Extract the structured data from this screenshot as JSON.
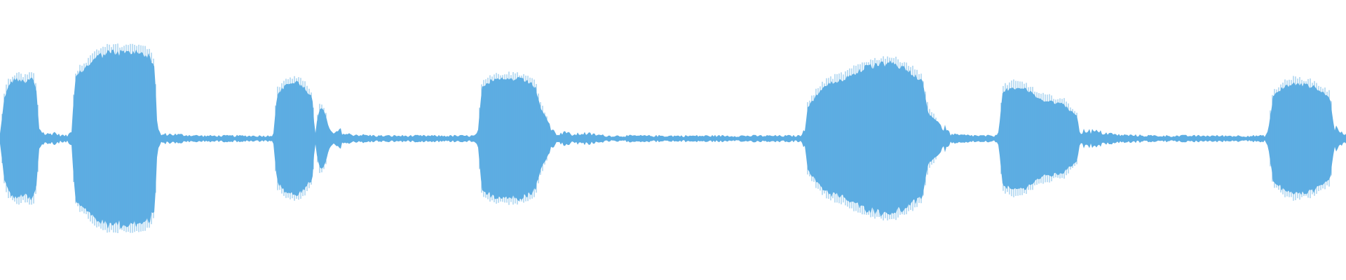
{
  "waveform": {
    "color": "#5DADE2",
    "background": "#ffffff",
    "noise_floor": 0.03,
    "envelope": [
      [
        0.0,
        0.05
      ],
      [
        0.003,
        0.45
      ],
      [
        0.006,
        0.62
      ],
      [
        0.012,
        0.7
      ],
      [
        0.018,
        0.66
      ],
      [
        0.024,
        0.72
      ],
      [
        0.027,
        0.58
      ],
      [
        0.029,
        0.12
      ],
      [
        0.033,
        0.05
      ],
      [
        0.037,
        0.05
      ],
      [
        0.04,
        0.07
      ],
      [
        0.044,
        0.04
      ],
      [
        0.05,
        0.03
      ],
      [
        0.053,
        0.08
      ],
      [
        0.056,
        0.7
      ],
      [
        0.06,
        0.78
      ],
      [
        0.065,
        0.84
      ],
      [
        0.07,
        0.94
      ],
      [
        0.08,
        1.0
      ],
      [
        0.092,
        1.0
      ],
      [
        0.106,
        1.0
      ],
      [
        0.112,
        0.94
      ],
      [
        0.115,
        0.8
      ],
      [
        0.117,
        0.1
      ],
      [
        0.12,
        0.04
      ],
      [
        0.124,
        0.05
      ],
      [
        0.15,
        0.03
      ],
      [
        0.18,
        0.03
      ],
      [
        0.2,
        0.03
      ],
      [
        0.203,
        0.05
      ],
      [
        0.206,
        0.52
      ],
      [
        0.212,
        0.62
      ],
      [
        0.22,
        0.66
      ],
      [
        0.226,
        0.6
      ],
      [
        0.232,
        0.48
      ],
      [
        0.234,
        0.05
      ],
      [
        0.236,
        0.25
      ],
      [
        0.238,
        0.38
      ],
      [
        0.242,
        0.28
      ],
      [
        0.245,
        0.08
      ],
      [
        0.249,
        0.05
      ],
      [
        0.252,
        0.1
      ],
      [
        0.256,
        0.05
      ],
      [
        0.28,
        0.03
      ],
      [
        0.32,
        0.03
      ],
      [
        0.352,
        0.03
      ],
      [
        0.355,
        0.05
      ],
      [
        0.358,
        0.62
      ],
      [
        0.365,
        0.67
      ],
      [
        0.375,
        0.69
      ],
      [
        0.385,
        0.69
      ],
      [
        0.393,
        0.66
      ],
      [
        0.398,
        0.58
      ],
      [
        0.402,
        0.35
      ],
      [
        0.412,
        0.06
      ],
      [
        0.417,
        0.05
      ],
      [
        0.419,
        0.1
      ],
      [
        0.421,
        0.06
      ],
      [
        0.426,
        0.04
      ],
      [
        0.433,
        0.06
      ],
      [
        0.444,
        0.04
      ],
      [
        0.452,
        0.03
      ],
      [
        0.5,
        0.03
      ],
      [
        0.56,
        0.03
      ],
      [
        0.594,
        0.03
      ],
      [
        0.596,
        0.06
      ],
      [
        0.598,
        0.08
      ],
      [
        0.6,
        0.35
      ],
      [
        0.607,
        0.52
      ],
      [
        0.615,
        0.63
      ],
      [
        0.628,
        0.7
      ],
      [
        0.642,
        0.82
      ],
      [
        0.66,
        0.88
      ],
      [
        0.672,
        0.82
      ],
      [
        0.685,
        0.68
      ],
      [
        0.69,
        0.28
      ],
      [
        0.698,
        0.18
      ],
      [
        0.703,
        0.1
      ],
      [
        0.706,
        0.05
      ],
      [
        0.71,
        0.04
      ],
      [
        0.73,
        0.03
      ],
      [
        0.74,
        0.03
      ],
      [
        0.742,
        0.08
      ],
      [
        0.745,
        0.55
      ],
      [
        0.752,
        0.6
      ],
      [
        0.762,
        0.58
      ],
      [
        0.772,
        0.46
      ],
      [
        0.79,
        0.4
      ],
      [
        0.8,
        0.26
      ],
      [
        0.803,
        0.04
      ],
      [
        0.806,
        0.1
      ],
      [
        0.812,
        0.08
      ],
      [
        0.822,
        0.06
      ],
      [
        0.83,
        0.04
      ],
      [
        0.86,
        0.03
      ],
      [
        0.9,
        0.03
      ],
      [
        0.94,
        0.03
      ],
      [
        0.942,
        0.08
      ],
      [
        0.946,
        0.5
      ],
      [
        0.952,
        0.58
      ],
      [
        0.96,
        0.64
      ],
      [
        0.968,
        0.63
      ],
      [
        0.976,
        0.6
      ],
      [
        0.982,
        0.54
      ],
      [
        0.988,
        0.48
      ],
      [
        0.991,
        0.14
      ],
      [
        0.994,
        0.08
      ],
      [
        0.997,
        0.06
      ],
      [
        1.0,
        0.05
      ]
    ]
  }
}
